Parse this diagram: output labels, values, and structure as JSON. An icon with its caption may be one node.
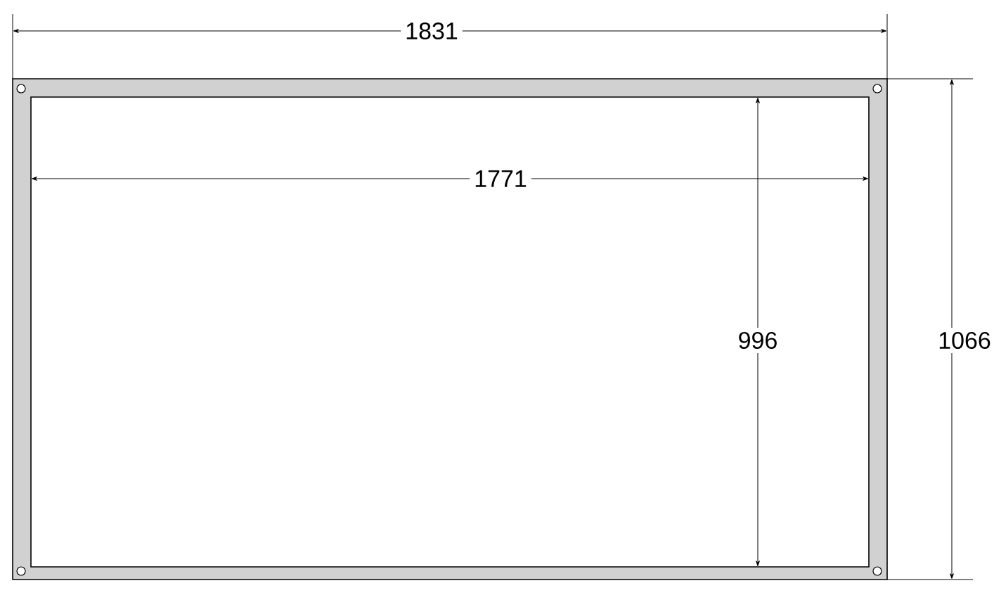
{
  "diagram": {
    "labels": [
      "1831",
      "1771",
      "996",
      "1066"
    ]
  }
}
